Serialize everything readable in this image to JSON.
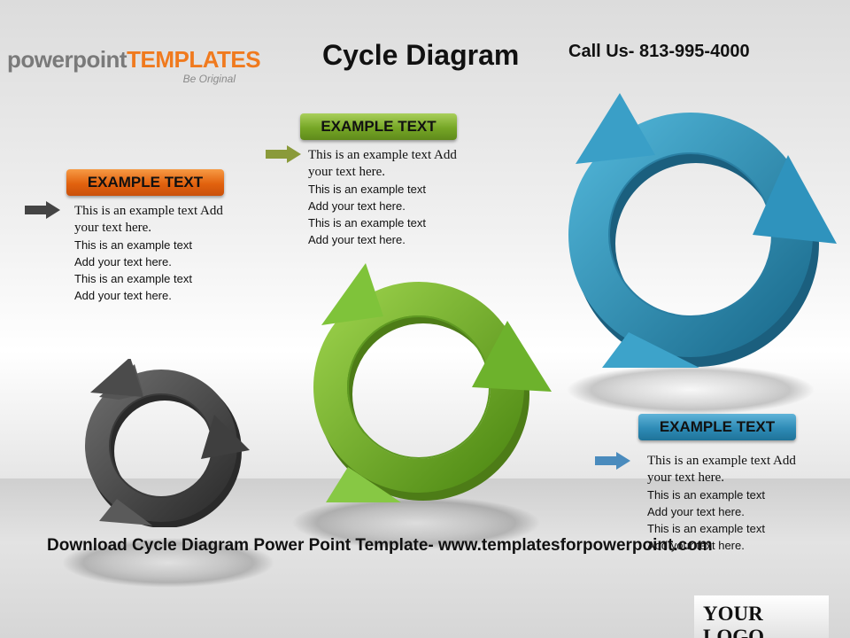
{
  "slide": {
    "title": "Cycle Diagram",
    "phone": "Call Us- 813-995-4000",
    "footer": "Download Cycle Diagram Power Point Template- www.templatesforpowerpoint.com",
    "your_logo": "YOUR LOGO"
  },
  "logo": {
    "part1": "powerpoint",
    "part2": "TEMPLATES",
    "tagline": "Be Original"
  },
  "blocks": [
    {
      "label": "EXAMPLE TEXT",
      "color": "#e2620e",
      "serif_text": "This is an example text Add your text here.",
      "lines": [
        "This is an example text",
        "Add your text here.",
        "This is an example text",
        "Add your text here."
      ]
    },
    {
      "label": "EXAMPLE TEXT",
      "color": "#76a626",
      "serif_text": "This is an example text Add your text here.",
      "lines": [
        "This is an example text",
        "Add your text here.",
        "This is an example text",
        "Add your text here."
      ]
    },
    {
      "label": "EXAMPLE TEXT",
      "color": "#2e8bb6",
      "serif_text": "This is an example text Add your text here.",
      "lines": [
        "This is an example text",
        "Add your text here.",
        "This is an example text",
        "Add your text here."
      ]
    }
  ],
  "cycles": [
    {
      "name": "gray",
      "color": "#4a4a4a",
      "icon": "cycle-arrows-icon"
    },
    {
      "name": "green",
      "color": "#7cc23a",
      "icon": "cycle-arrows-icon"
    },
    {
      "name": "blue",
      "color": "#2b8eb4",
      "icon": "cycle-arrows-icon"
    }
  ]
}
